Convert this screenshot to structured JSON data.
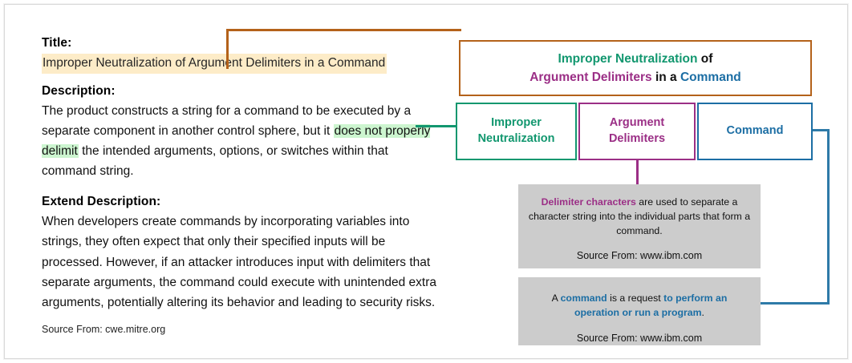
{
  "left_panel": {
    "title_heading": "Title:",
    "title_text": "Improper Neutralization of Argument Delimiters in a Command",
    "description_heading": "Description:",
    "description": {
      "part1": "The product constructs a string for a command to be executed by a separate component in another control sphere, but it ",
      "highlight": "does not properly delimit",
      "part2": " the intended arguments, options, or switches within that command string."
    },
    "extend_heading": "Extend Description:",
    "extend_text": "When developers create commands by incorporating variables into strings, they often expect that only their specified inputs will be processed. However, if an attacker introduces input with delimiters that separate arguments, the command could execute with unintended extra arguments, potentially altering its behavior and leading to security risks.",
    "source": "Source From: cwe.mitre.org"
  },
  "title_box": {
    "seg1": "Improper Neutralization",
    "seg2": " of",
    "seg3": "Argument Delimiters",
    "seg4": " in a ",
    "seg5": "Command"
  },
  "nodes": [
    {
      "label": "Improper\nNeutralization",
      "line1": "Improper",
      "line2": "Neutralization",
      "color": "#12976f",
      "name": "improper-neutralization"
    },
    {
      "label": "Argument\nDelimiters",
      "line1": "Argument",
      "line2": "Delimiters",
      "color": "#9b2f86",
      "name": "argument-delimiters"
    },
    {
      "label": "Command",
      "line1": "Command",
      "line2": "",
      "color": "#1c6ea4",
      "name": "command"
    }
  ],
  "info_boxes": [
    {
      "keyword": "Delimiter characters",
      "rest": " are used to separate a character string into the individual parts that form a command.",
      "source": "Source From: www.ibm.com"
    },
    {
      "pre": "A ",
      "kw1": "command",
      "mid": " is a request ",
      "kw2": "to perform an operation or run a program",
      "post": ".",
      "source": "Source From: www.ibm.com"
    }
  ],
  "colors": {
    "brown": "#b4621a",
    "green": "#12976f",
    "purple": "#9b2f86",
    "blue": "#1c6ea4",
    "title_highlight": "#fdecc8",
    "text_highlight": "#ccf5cf",
    "gray_box": "#cccccc"
  }
}
